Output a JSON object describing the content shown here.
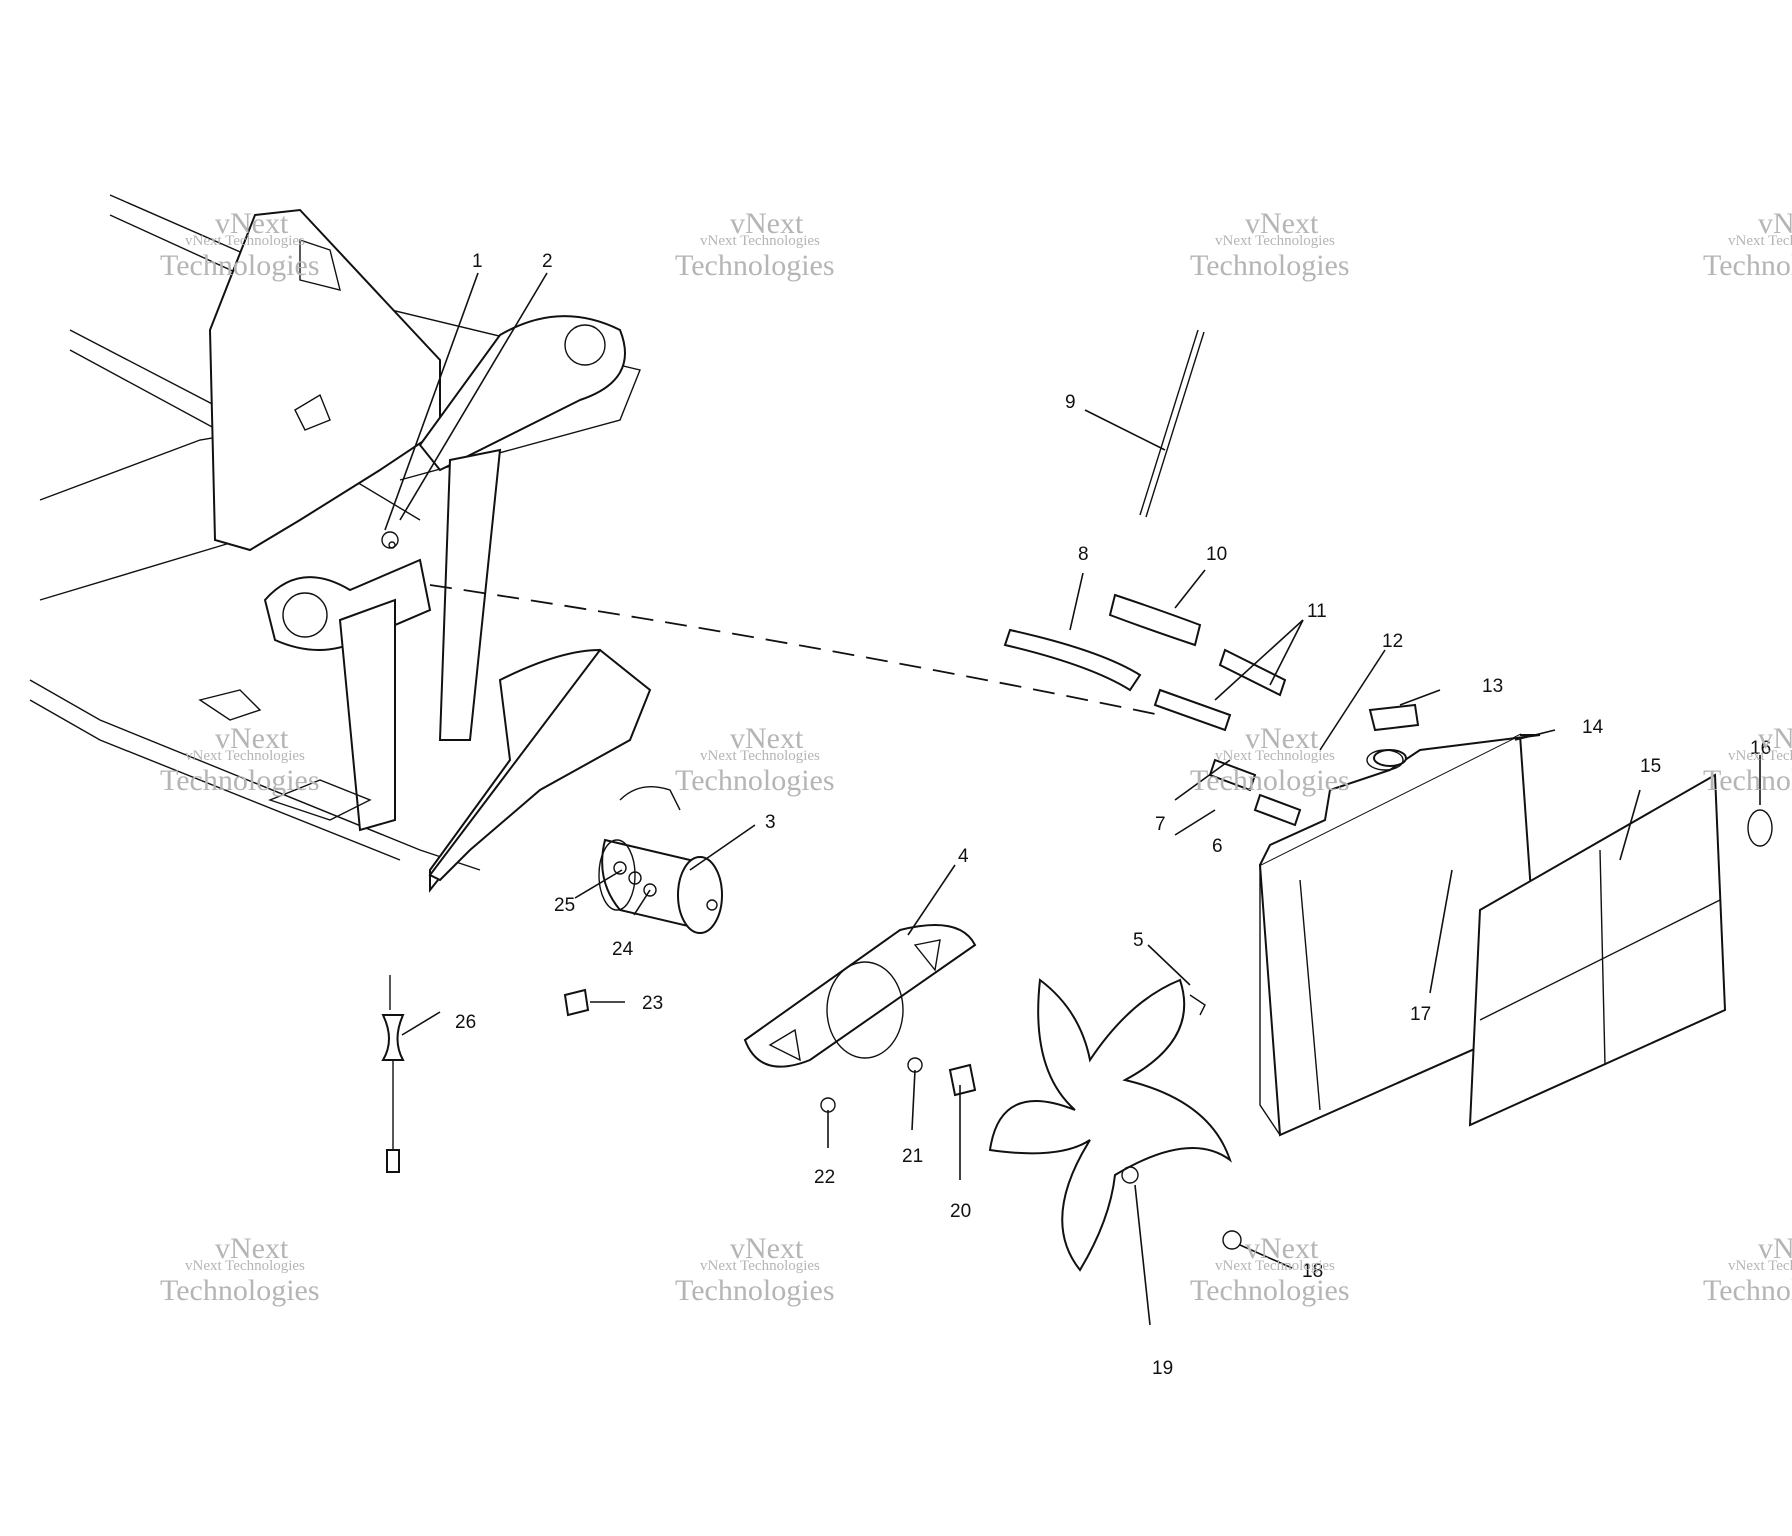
{
  "watermark": {
    "line1": "vNext Technologies",
    "line2": "vNext",
    "line3": "Technologies"
  },
  "callouts": [
    "1",
    "2",
    "3",
    "4",
    "5",
    "6",
    "7",
    "8",
    "9",
    "10",
    "11",
    "12",
    "13",
    "14",
    "15",
    "16",
    "17",
    "18",
    "19",
    "20",
    "21",
    "22",
    "23",
    "24",
    "25",
    "26"
  ],
  "colors": {
    "ink": "#111111",
    "watermark": "#b5b5b5",
    "background": "#ffffff"
  }
}
